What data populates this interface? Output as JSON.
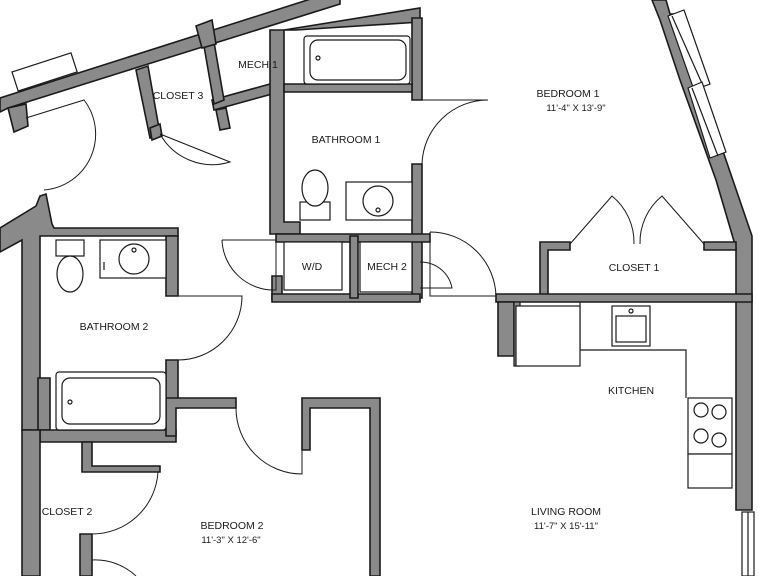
{
  "rooms": {
    "mech1": {
      "name": "MECH 1"
    },
    "closet3": {
      "name": "CLOSET 3"
    },
    "bathroom1": {
      "name": "BATHROOM 1"
    },
    "bedroom1": {
      "name": "BEDROOM 1",
      "dimensions": "11'-4\" X 13'-9\""
    },
    "wd": {
      "name": "W/D"
    },
    "mech2": {
      "name": "MECH 2"
    },
    "closet1": {
      "name": "CLOSET 1"
    },
    "bathroom2": {
      "name": "BATHROOM 2"
    },
    "kitchen": {
      "name": "KITCHEN"
    },
    "closet2": {
      "name": "CLOSET 2"
    },
    "bedroom2": {
      "name": "BEDROOM 2",
      "dimensions": "11'-3\" X 12'-6\""
    },
    "living_room": {
      "name": "LIVING ROOM",
      "dimensions": "11'-7\" X 15'-11\""
    }
  }
}
